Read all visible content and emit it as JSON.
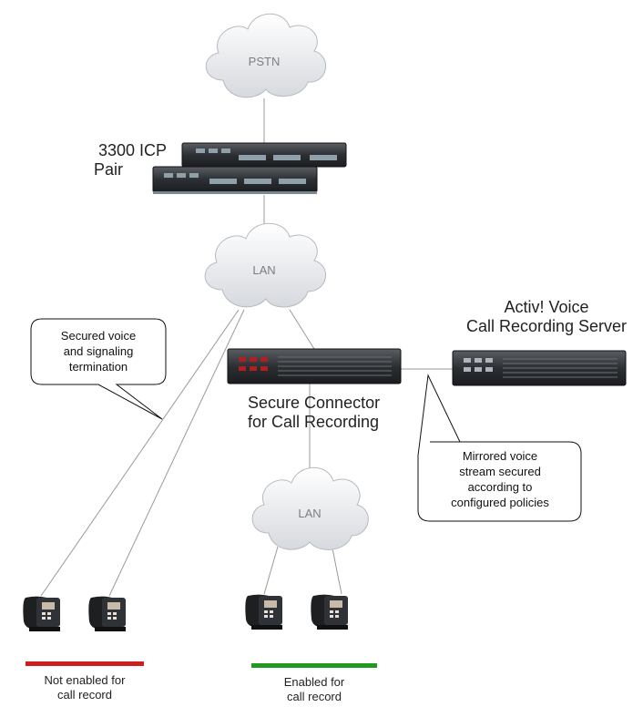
{
  "clouds": {
    "pstn": "PSTN",
    "lan_top": "LAN",
    "lan_bottom": "LAN"
  },
  "devices": {
    "icp_label": [
      "3300 ICP",
      "Pair"
    ],
    "secure_connector_label": [
      "Secure Connector",
      "for Call Recording"
    ],
    "recording_server_label": [
      "Activ! Voice",
      "Call Recording Server"
    ]
  },
  "callouts": {
    "secured_voice": [
      "Secured voice",
      "and signaling",
      "termination"
    ],
    "mirrored_voice": [
      "Mirrored voice",
      "stream secured",
      "according to",
      "configured policies"
    ]
  },
  "phone_groups": {
    "not_enabled": {
      "label": [
        "Not enabled for",
        "call record"
      ],
      "color": "#cc1f1f"
    },
    "enabled": {
      "label": [
        "Enabled for",
        "call record"
      ],
      "color": "#1f9a1f"
    }
  }
}
